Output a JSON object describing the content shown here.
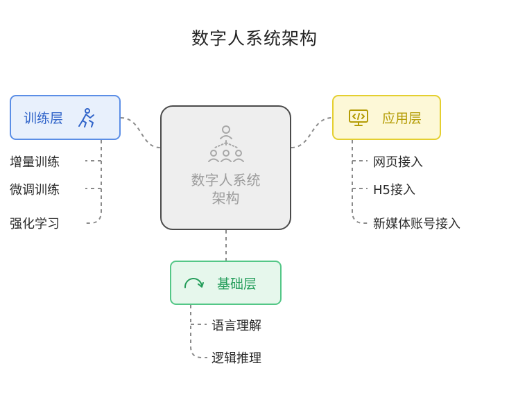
{
  "title": "数字人系统架构",
  "center": {
    "label_line1": "数字人系统",
    "label_line2": "架构",
    "icon": "people-hierarchy-icon"
  },
  "training": {
    "label": "训练层",
    "icon": "person-training-icon",
    "items": [
      "增量训练",
      "微调训练",
      "强化学习"
    ]
  },
  "application": {
    "label": "应用层",
    "icon": "monitor-code-icon",
    "items": [
      "网页接入",
      "H5接入",
      "新媒体账号接入"
    ]
  },
  "foundation": {
    "label": "基础层",
    "icon": "rotate-arrow-icon",
    "items": [
      "语言理解",
      "逻辑推理"
    ]
  },
  "colors": {
    "training": "#5b8ee6",
    "application": "#e4cf30",
    "foundation": "#54c787",
    "center_border": "#4a4a4a",
    "connector": "#8a8a8a"
  }
}
